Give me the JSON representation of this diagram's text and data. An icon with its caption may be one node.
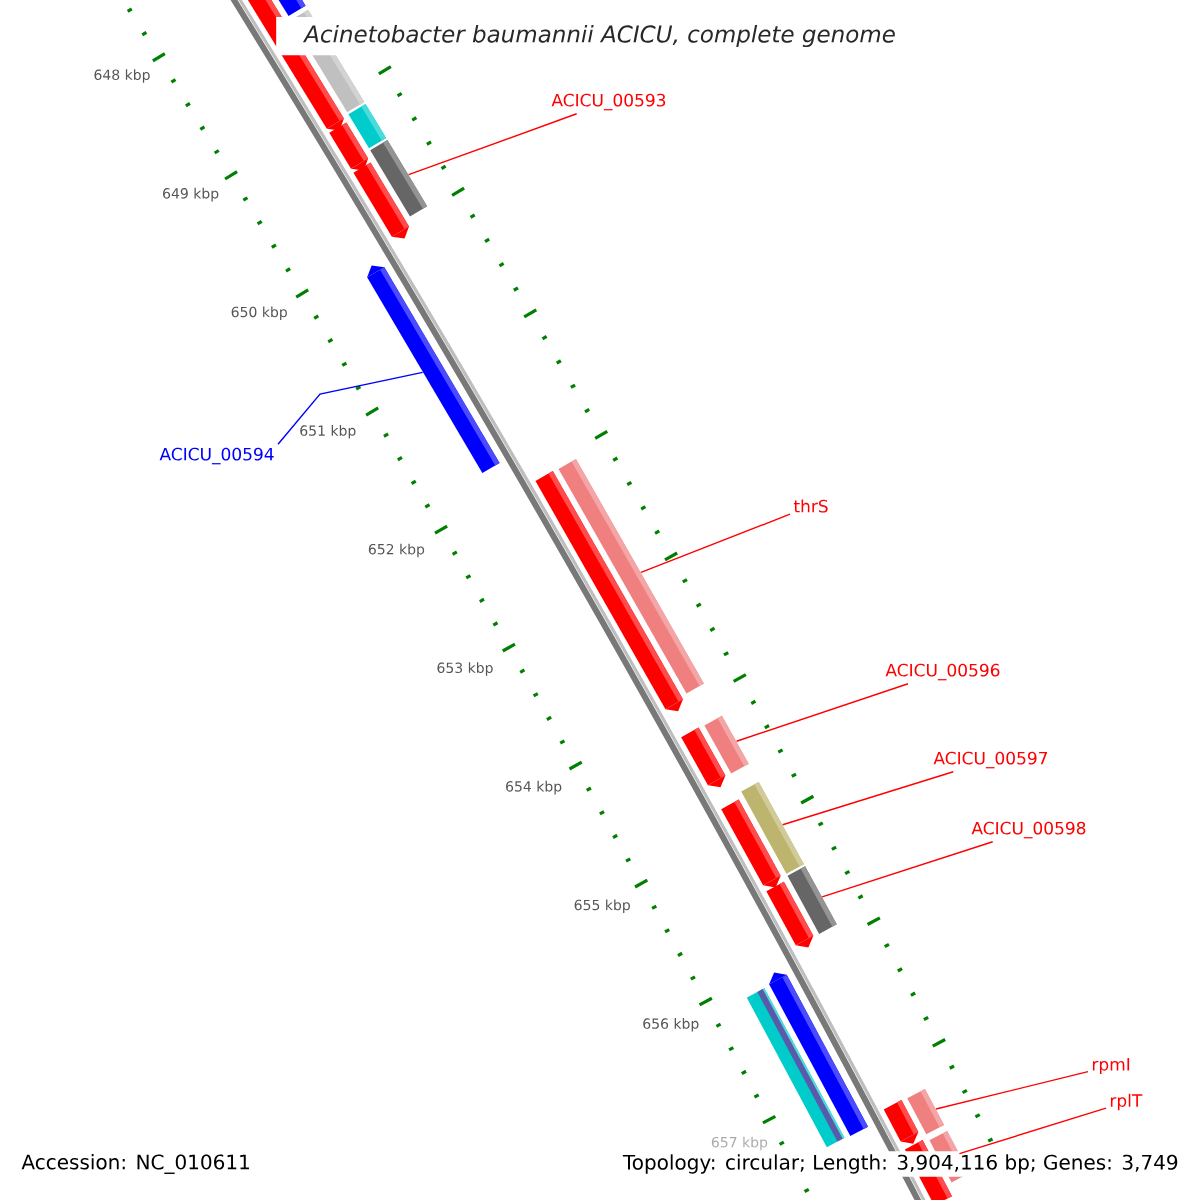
{
  "diagram": {
    "title": "Acinetobacter baumannii ACICU, complete genome",
    "nodes": [
      {
        "text": [
          "ACICU_00593"
        ]
      },
      {
        "text": [
          "ACICU_00594"
        ]
      },
      {
        "text": [
          "thrS"
        ]
      },
      {
        "text": [
          "ACICU_00596"
        ]
      },
      {
        "text": [
          "ACICU_00597"
        ]
      },
      {
        "text": [
          "ACICU_00598"
        ]
      },
      {
        "text": [
          "rpmI"
        ]
      },
      {
        "text": [
          "rplT"
        ]
      },
      {
        "text": [],
        "shape": "bar"
      },
      {
        "text": [],
        "shape": "bar"
      },
      {
        "text": [],
        "shape": "bar"
      },
      {
        "text": [],
        "shape": "bar"
      },
      {
        "text": [],
        "shape": "bar"
      },
      {
        "text": [],
        "shape": "bar"
      },
      {
        "text": [],
        "shape": "bar"
      },
      {
        "text": [],
        "shape": "bar"
      }
    ],
    "edges": [
      {
        "from": 0,
        "to": 8,
        "arrow": "none"
      },
      {
        "from": 1,
        "to": 9,
        "arrow": "none",
        "color": "#0000ff"
      },
      {
        "from": 2,
        "to": 10,
        "arrow": "none"
      },
      {
        "from": 3,
        "to": 11,
        "arrow": "none"
      },
      {
        "from": 4,
        "to": 12,
        "arrow": "none"
      },
      {
        "from": 5,
        "to": 13,
        "arrow": "none"
      },
      {
        "from": 6,
        "to": 14,
        "arrow": "none"
      },
      {
        "from": 7,
        "to": 15,
        "arrow": "none"
      }
    ],
    "labels": [
      "648 kbp",
      "649 kbp",
      "650 kbp",
      "651 kbp",
      "652 kbp",
      "653 kbp",
      "654 kbp",
      "655 kbp",
      "656 kbp",
      "657 kbp",
      "Accession: NC_010611",
      "Topology: circular; Length: 3,904,116 bp; Genes: 3,749"
    ]
  }
}
